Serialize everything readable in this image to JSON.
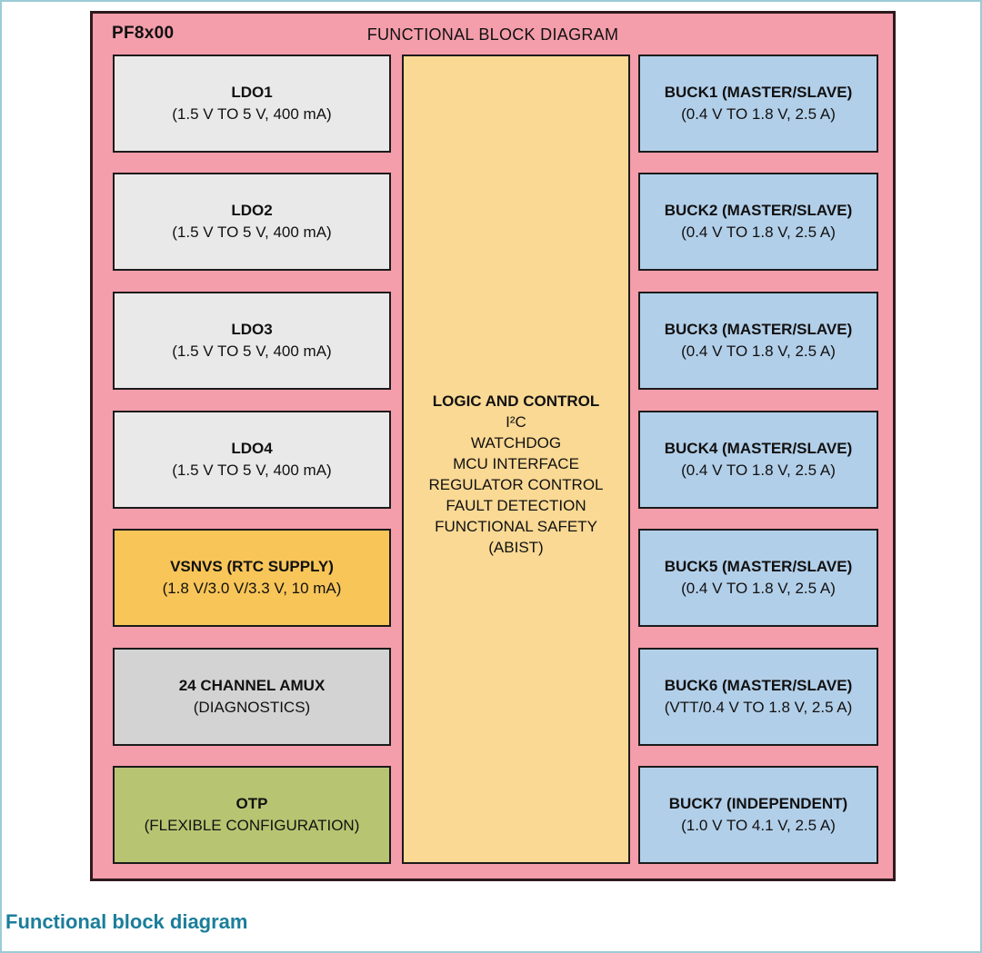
{
  "diagram": {
    "part_label": "PF8x00",
    "title": "FUNCTIONAL BLOCK DIAGRAM"
  },
  "left_column": [
    {
      "id": "ldo1",
      "title": "LDO1",
      "subtitle": "(1.5 V TO 5 V, 400 mA)"
    },
    {
      "id": "ldo2",
      "title": "LDO2",
      "subtitle": "(1.5 V TO 5 V, 400 mA)"
    },
    {
      "id": "ldo3",
      "title": "LDO3",
      "subtitle": "(1.5 V TO 5 V, 400 mA)"
    },
    {
      "id": "ldo4",
      "title": "LDO4",
      "subtitle": "(1.5 V TO 5 V, 400 mA)"
    },
    {
      "id": "vsnvs",
      "title": "VSNVS (RTC SUPPLY)",
      "subtitle": "(1.8 V/3.0 V/3.3 V, 10 mA)"
    },
    {
      "id": "amux",
      "title": "24 CHANNEL AMUX",
      "subtitle": "(DIAGNOSTICS)"
    },
    {
      "id": "otp",
      "title": "OTP",
      "subtitle": "(FLEXIBLE CONFIGURATION)"
    }
  ],
  "center_block": {
    "title": "LOGIC AND CONTROL",
    "lines": [
      "I²C",
      "WATCHDOG",
      "MCU INTERFACE",
      "REGULATOR CONTROL",
      "FAULT DETECTION",
      "FUNCTIONAL SAFETY",
      "(ABIST)"
    ]
  },
  "right_column": [
    {
      "id": "buck1",
      "title": "BUCK1 (MASTER/SLAVE)",
      "subtitle": "(0.4 V TO 1.8 V, 2.5 A)"
    },
    {
      "id": "buck2",
      "title": "BUCK2 (MASTER/SLAVE)",
      "subtitle": "(0.4 V TO 1.8 V, 2.5 A)"
    },
    {
      "id": "buck3",
      "title": "BUCK3 (MASTER/SLAVE)",
      "subtitle": "(0.4 V TO 1.8 V, 2.5 A)"
    },
    {
      "id": "buck4",
      "title": "BUCK4 (MASTER/SLAVE)",
      "subtitle": "(0.4 V TO 1.8 V, 2.5 A)"
    },
    {
      "id": "buck5",
      "title": "BUCK5 (MASTER/SLAVE)",
      "subtitle": "(0.4 V TO 1.8 V, 2.5 A)"
    },
    {
      "id": "buck6",
      "title": "BUCK6 (MASTER/SLAVE)",
      "subtitle": "(VTT/0.4 V TO 1.8 V, 2.5 A)"
    },
    {
      "id": "buck7",
      "title": "BUCK7 (INDEPENDENT)",
      "subtitle": "(1.0 V TO 4.1 V, 2.5 A)"
    }
  ],
  "caption": "Functional block diagram",
  "colors": {
    "container_fill": "#f49dab",
    "container_border": "#2e1a1e",
    "block_border": "#1b1b1b",
    "ldo_fill": "#e9e9e9",
    "vsnvs_fill": "#f8c558",
    "amux_fill": "#d3d3d3",
    "otp_fill": "#b7c572",
    "buck_fill": "#b2cfe9",
    "logic_fill": "#fad994",
    "caption_text": "#1b7e9b",
    "page_border": "#9ccbd6"
  }
}
